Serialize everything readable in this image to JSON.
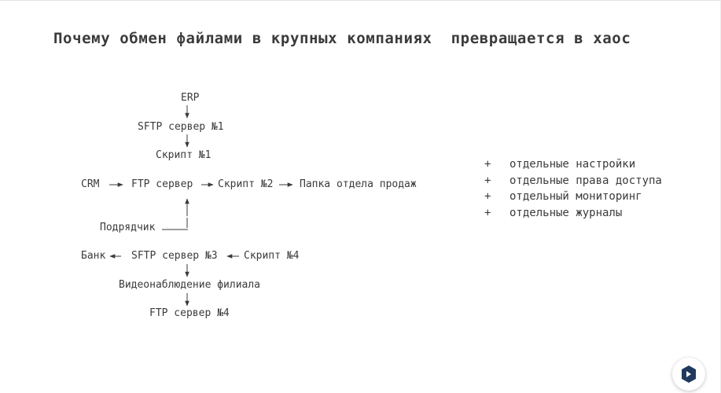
{
  "title": "Почему обмен файлами в крупных компаниях  превращается в хаос",
  "diagram": {
    "nodes": {
      "erp": "ERP",
      "sftp1": "SFTP сервер №1",
      "script1": "Скрипт №1",
      "crm": "CRM",
      "ftp": "FTP сервер",
      "script2": "Скрипт №2",
      "sales_folder": "Папка отдела продаж",
      "contractor": "Подрядчик",
      "bank": "Банк",
      "sftp3": "SFTP сервер №3",
      "script4": "Скрипт №4",
      "video": "Видеонаблюдение филиала",
      "ftp4": "FTP сервер №4"
    }
  },
  "list": {
    "marker": "+",
    "items": [
      "отдельные настройки",
      "отдельные права доступа",
      "отдельный мониторинг",
      "отдельные журналы"
    ]
  },
  "colors": {
    "text": "#3b3b3b",
    "badge_icon": "#1f3a5f"
  },
  "icons": {
    "badge": "app-logo-icon"
  }
}
